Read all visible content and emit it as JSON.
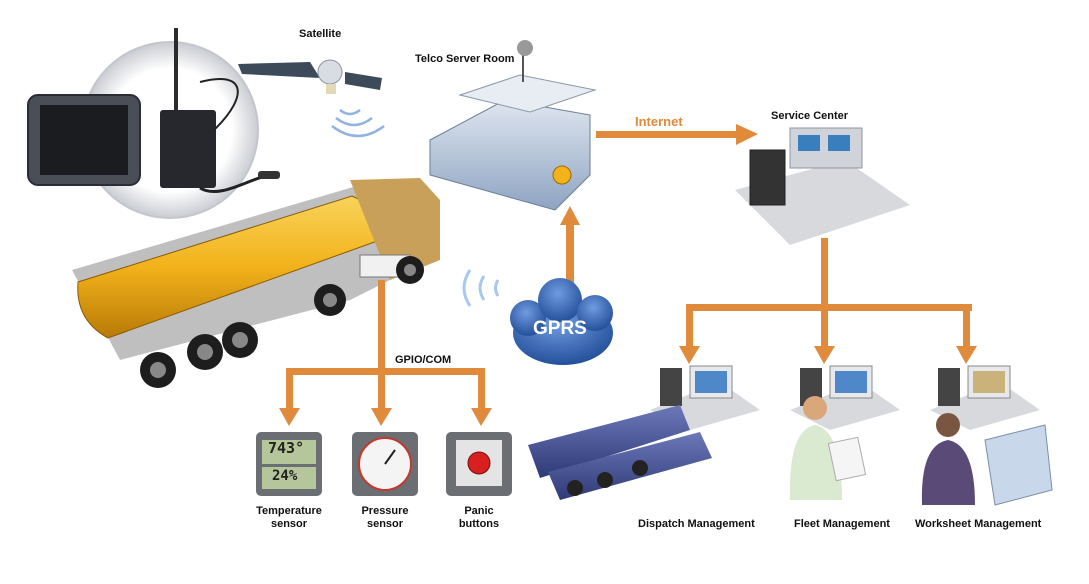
{
  "labels": {
    "satellite": "Satellite",
    "telco": "Telco Server Room",
    "internet": "Internet",
    "service_center": "Service Center",
    "gprs": "GPRS",
    "gpio": "GPIO/COM",
    "temperature": "Temperature sensor",
    "pressure": "Pressure sensor",
    "panic": "Panic buttons",
    "dispatch": "Dispatch Management",
    "fleet": "Fleet Management",
    "worksheet": "Worksheet Management"
  },
  "readouts": {
    "temp_top": "743°",
    "temp_bottom": "24%"
  },
  "colors": {
    "arrow": "#e08a3c",
    "gprs": "#2f5fa8",
    "tank": "#f2b21a"
  }
}
